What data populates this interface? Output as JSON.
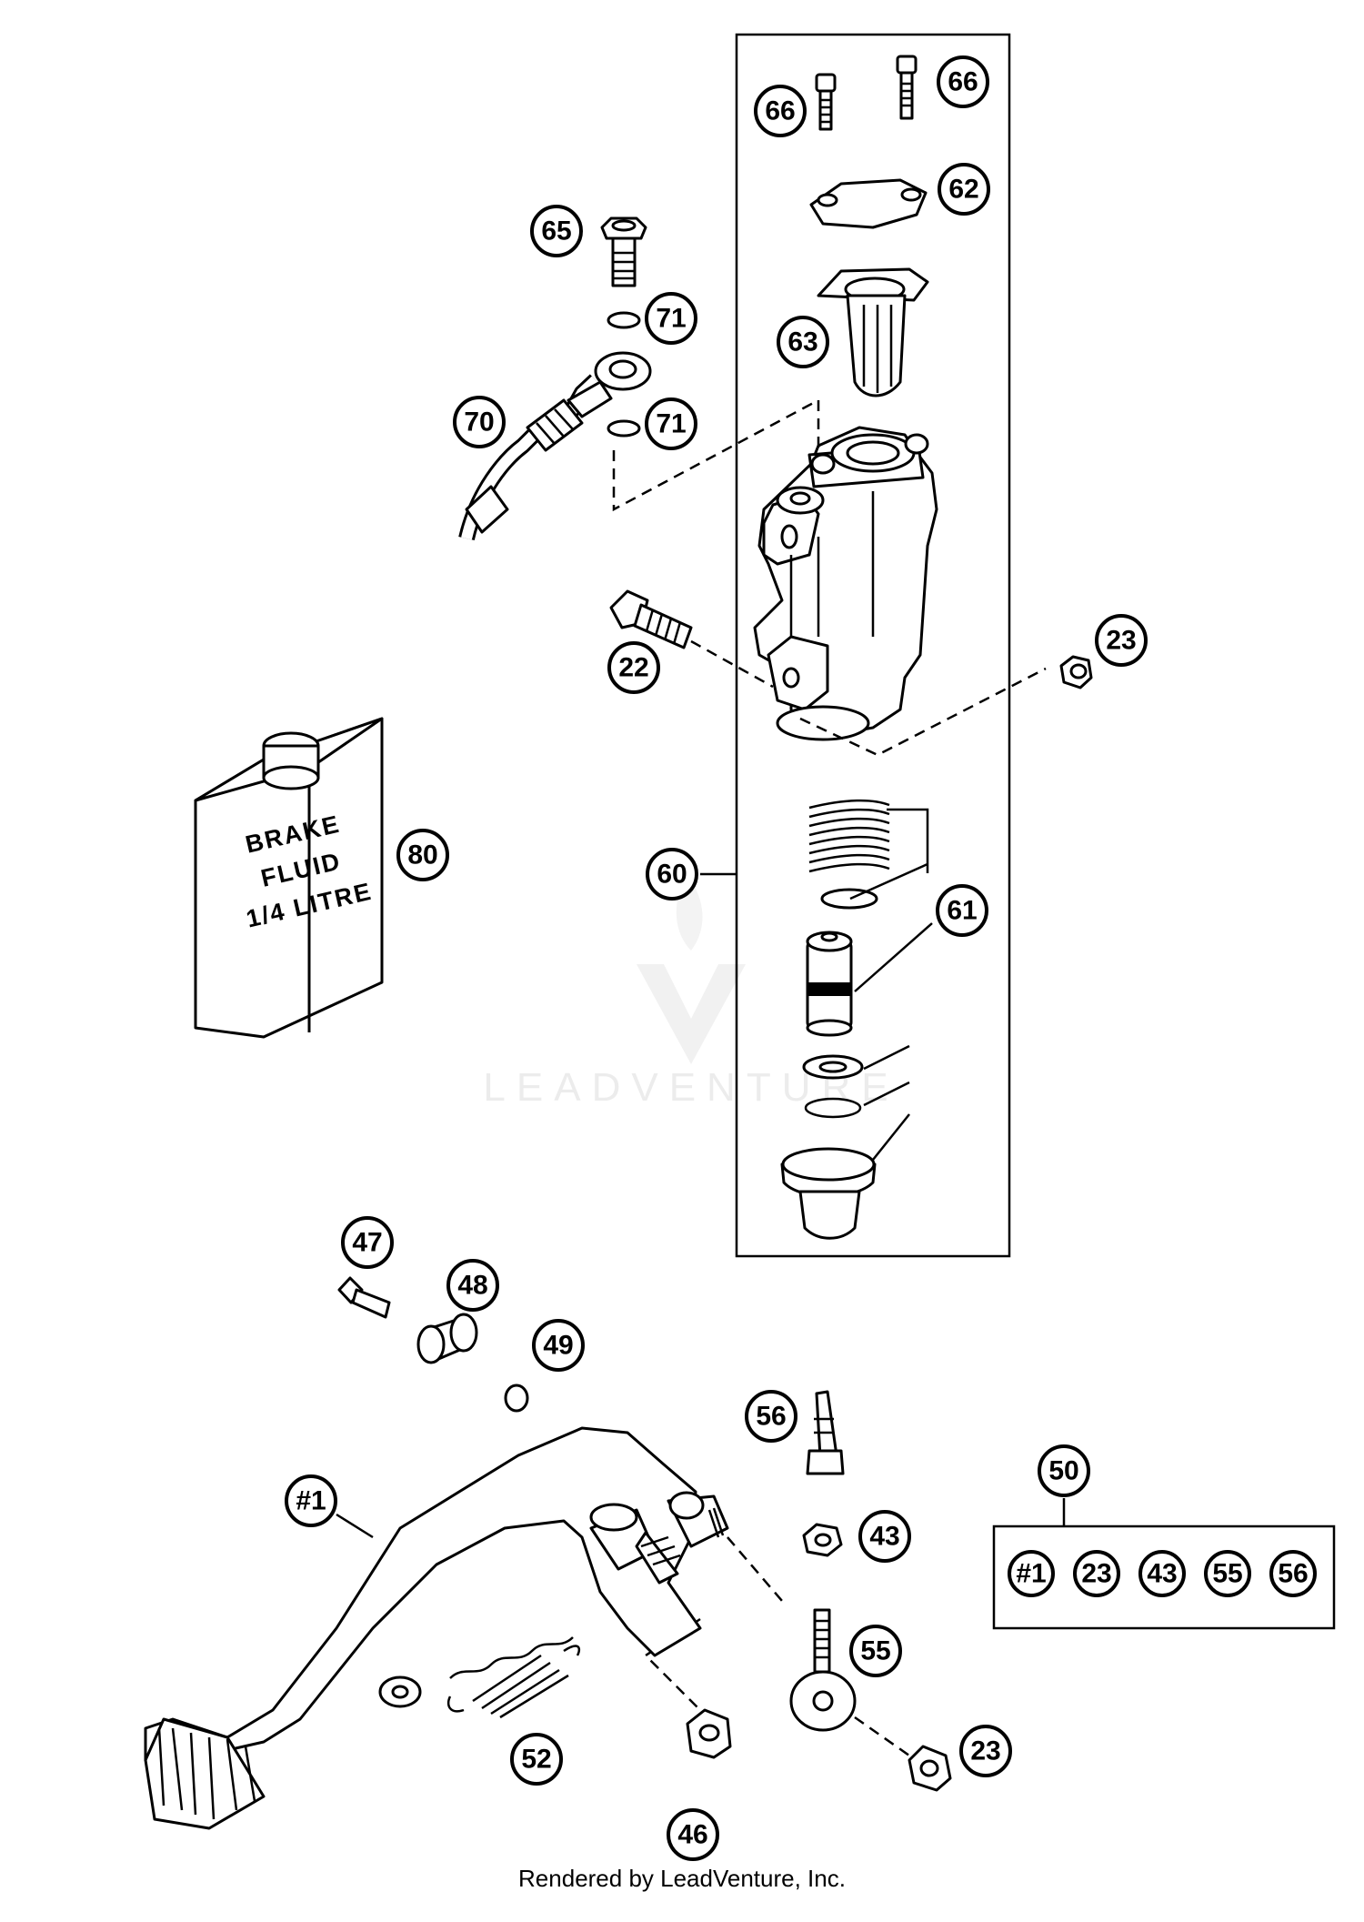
{
  "callouts": {
    "c66a": "66",
    "c66b": "66",
    "c62": "62",
    "c65": "65",
    "c71a": "71",
    "c63": "63",
    "c70": "70",
    "c71b": "71",
    "c22": "22",
    "c23a": "23",
    "c80": "80",
    "c60": "60",
    "c61": "61",
    "c47": "47",
    "c48": "48",
    "c49": "49",
    "c56": "56",
    "c50": "50",
    "c43": "43",
    "c1": "#1",
    "c55": "55",
    "c23b": "23",
    "c52": "52",
    "c46": "46"
  },
  "kit_box": [
    "#1",
    "23",
    "43",
    "55",
    "56"
  ],
  "brake_fluid_label": [
    "BRAKE",
    "FLUID",
    "1/4 LITRE"
  ],
  "watermark": "LEADVENTURE",
  "footer": "Rendered by LeadVenture, Inc."
}
